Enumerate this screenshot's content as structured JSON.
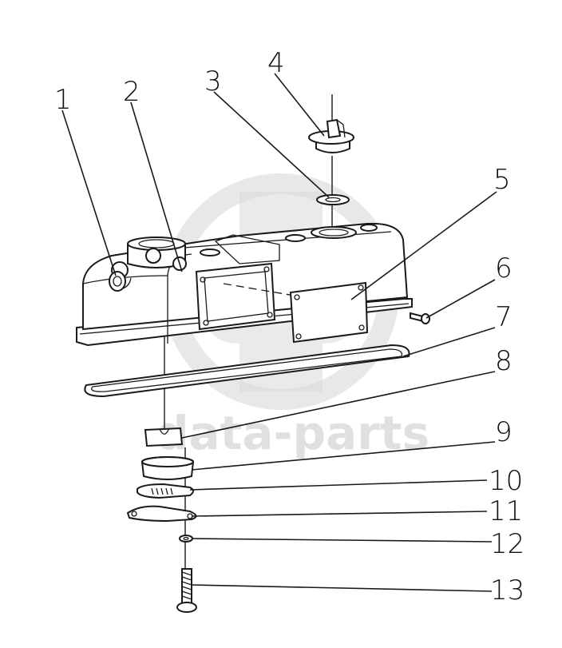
{
  "watermark": {
    "brand_text": "data-parts",
    "color": "#d9d9d9"
  },
  "diagram": {
    "type": "exploded-parts-view",
    "callouts": [
      {
        "id": "1",
        "label": "1"
      },
      {
        "id": "2",
        "label": "2"
      },
      {
        "id": "3",
        "label": "3"
      },
      {
        "id": "4",
        "label": "4"
      },
      {
        "id": "5",
        "label": "5"
      },
      {
        "id": "6",
        "label": "6"
      },
      {
        "id": "7",
        "label": "7"
      },
      {
        "id": "8",
        "label": "8"
      },
      {
        "id": "9",
        "label": "9"
      },
      {
        "id": "10",
        "label": "10"
      },
      {
        "id": "11",
        "label": "11"
      },
      {
        "id": "12",
        "label": "12"
      },
      {
        "id": "13",
        "label": "13"
      }
    ]
  }
}
